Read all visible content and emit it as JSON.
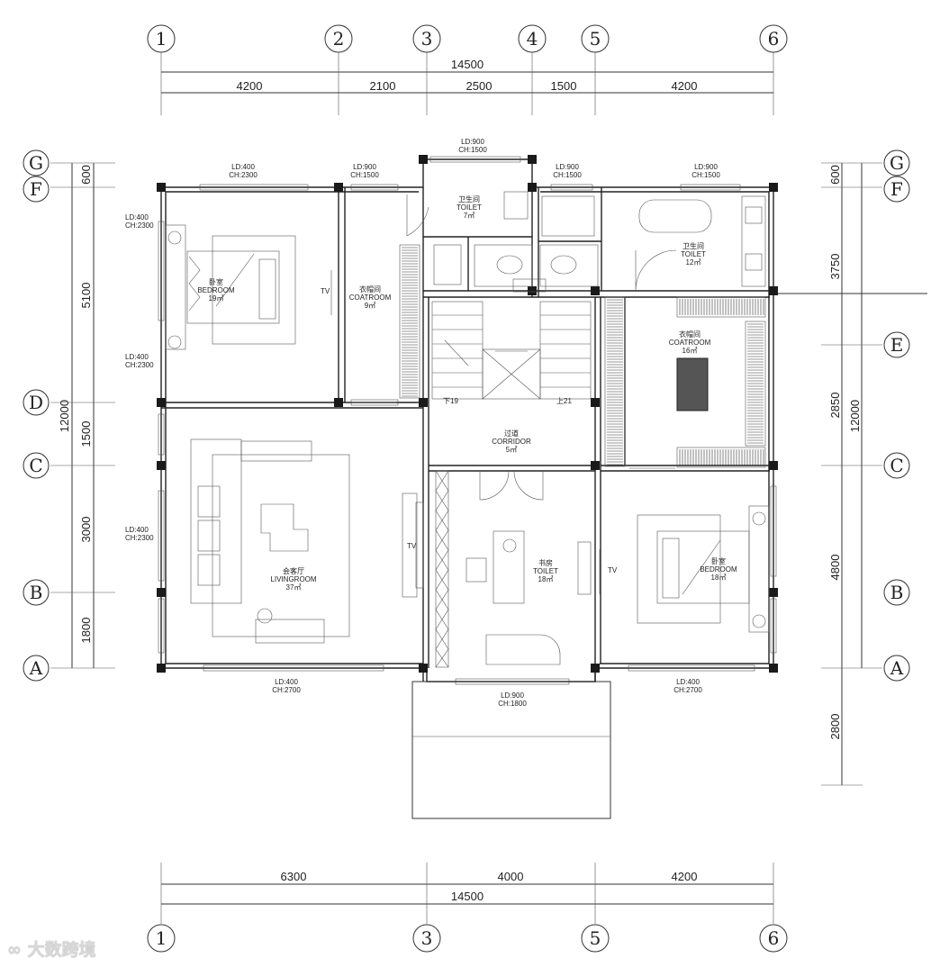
{
  "top_axes": {
    "labels": [
      "1",
      "2",
      "3",
      "4",
      "5",
      "6"
    ],
    "total": "14500",
    "segments": [
      "4200",
      "2100",
      "2500",
      "1500",
      "4200"
    ]
  },
  "bottom_axes": {
    "labels": [
      "1",
      "3",
      "5",
      "6"
    ],
    "total": "14500",
    "segments": [
      "6300",
      "4000",
      "4200"
    ]
  },
  "left_axes": {
    "labels": [
      "G",
      "F",
      "D",
      "C",
      "B",
      "A"
    ],
    "total": "12000",
    "segments": [
      "600",
      "5100",
      "1500",
      "3000",
      "1800"
    ]
  },
  "right_axes": {
    "labels": [
      "G",
      "F",
      "E",
      "C",
      "B",
      "A"
    ],
    "total": "12000",
    "segments": [
      "600",
      "3750",
      "2850",
      "4800",
      "2800"
    ]
  },
  "openings": {
    "top_bedroom": [
      "LD:400",
      "CH:2300"
    ],
    "top_coat": [
      "LD:900",
      "CH:1500"
    ],
    "top_toilet_small": [
      "LD:900",
      "CH:1500"
    ],
    "top_right_small": [
      "LD:900",
      "CH:1500"
    ],
    "top_right_toilet": [
      "LD:900",
      "CH:1500"
    ],
    "left_1": [
      "LD:400",
      "CH:2300"
    ],
    "left_2": [
      "LD:400",
      "CH:2300"
    ],
    "left_3": [
      "LD:400",
      "CH:2300"
    ],
    "bottom_left": [
      "LD:400",
      "CH:2700"
    ],
    "bottom_mid": [
      "LD:900",
      "CH:1800"
    ],
    "bottom_right": [
      "LD:400",
      "CH:2700"
    ]
  },
  "rooms": {
    "bedroom_a": [
      "卧室",
      "BEDROOM",
      "19㎡"
    ],
    "coat_a": [
      "衣帽间",
      "COATROOM",
      "9㎡"
    ],
    "toilet_a": [
      "卫生间",
      "TOILET",
      "7㎡"
    ],
    "toilet_b": [
      "卫生间",
      "TOILET",
      "12㎡"
    ],
    "coat_b": [
      "衣帽间",
      "COATROOM",
      "16㎡"
    ],
    "corridor": [
      "过道",
      "CORRIDOR",
      "5㎡"
    ],
    "living": [
      "会客厅",
      "LIVINGROOM",
      "37㎡"
    ],
    "study": [
      "书房",
      "TOILET",
      "18㎡"
    ],
    "bedroom_b": [
      "卧室",
      "BEDROOM",
      "18㎡"
    ]
  },
  "stairs": {
    "down": "下19",
    "up": "上21"
  },
  "tv_mark": "TV",
  "watermark": "大数跨境",
  "colors": {
    "line": "#333333",
    "column": "#1a1a1a",
    "background": "#ffffff"
  }
}
